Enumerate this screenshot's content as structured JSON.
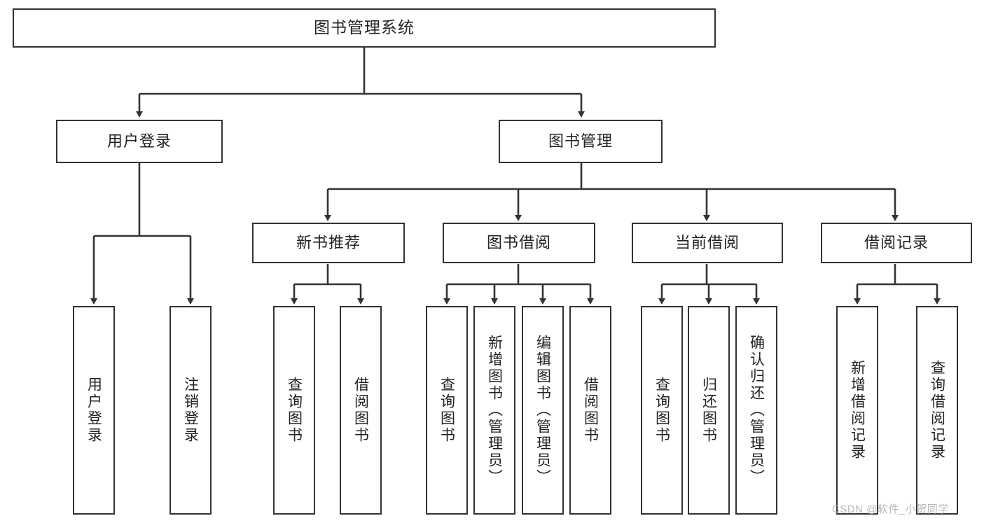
{
  "diagram": {
    "type": "tree",
    "title": "图书管理系统",
    "stroke_color": "#333333",
    "background_color": "#ffffff",
    "text_color": "#222222",
    "root": {
      "label": "图书管理系统"
    },
    "level1": [
      {
        "label": "用户登录"
      },
      {
        "label": "图书管理"
      }
    ],
    "level2": [
      {
        "label": "新书推荐"
      },
      {
        "label": "图书借阅"
      },
      {
        "label": "当前借阅"
      },
      {
        "label": "借阅记录"
      }
    ],
    "leaves": {
      "user_login": [
        {
          "label": "用户登录"
        },
        {
          "label": "注销登录"
        }
      ],
      "new_book_recommend": [
        {
          "label": "查询图书"
        },
        {
          "label": "借阅图书"
        }
      ],
      "book_borrow": [
        {
          "label": "查询图书"
        },
        {
          "label": "新增图书（管理员）"
        },
        {
          "label": "编辑图书（管理员）"
        },
        {
          "label": "借阅图书"
        }
      ],
      "current_borrow": [
        {
          "label": "查询图书"
        },
        {
          "label": "归还图书"
        },
        {
          "label": "确认归还（管理员）"
        }
      ],
      "borrow_record": [
        {
          "label": "新增借阅记录"
        },
        {
          "label": "查询借阅记录"
        }
      ]
    }
  },
  "watermark": {
    "text": "CSDN @软件_小贺同学"
  }
}
